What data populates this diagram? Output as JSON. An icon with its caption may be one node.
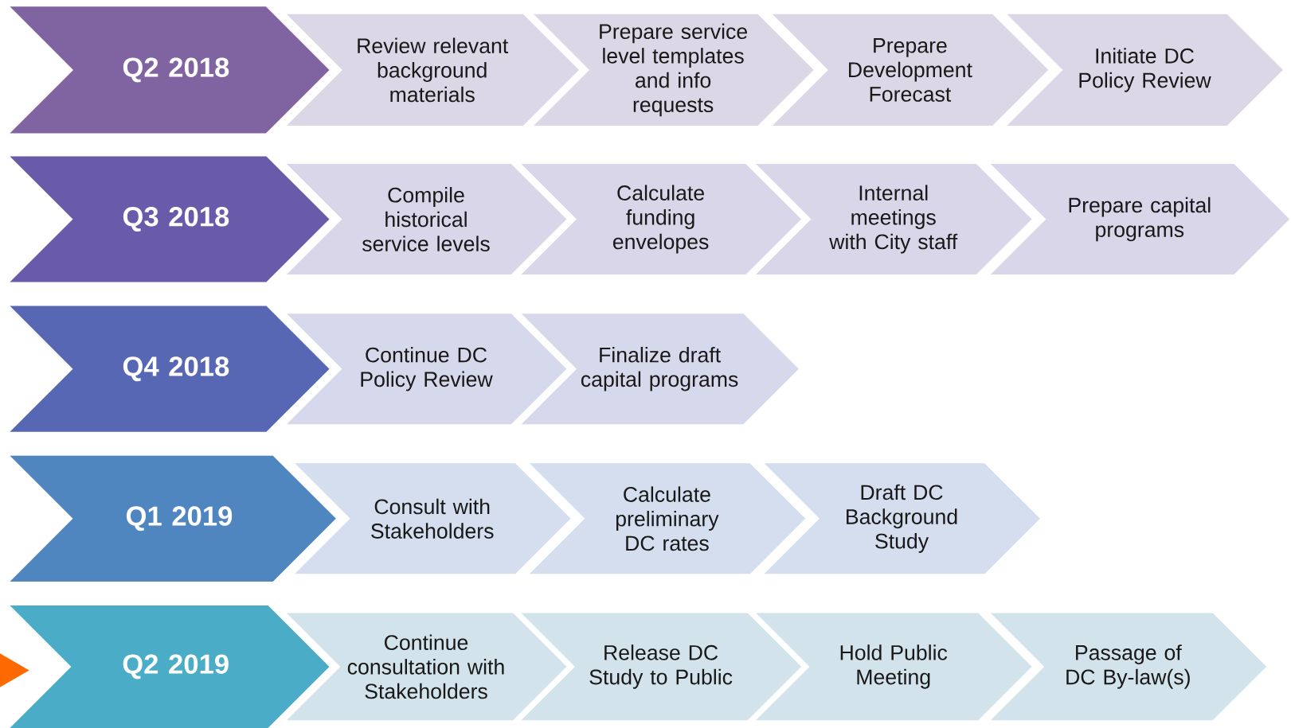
{
  "diagram": {
    "nodes": [
      {
        "text": [
          "Q2 2018"
        ]
      },
      {
        "text": [
          "Review relevant background materials"
        ]
      },
      {
        "text": [
          "Prepare service level templates and info requests"
        ]
      },
      {
        "text": [
          "Prepare Development Forecast"
        ]
      },
      {
        "text": [
          "Initiate DC Policy Review"
        ]
      },
      {
        "text": [
          "Q3 2018"
        ]
      },
      {
        "text": [
          "Compile historical service levels"
        ]
      },
      {
        "text": [
          "Calculate funding envelopes"
        ]
      },
      {
        "text": [
          "Internal meetings with City staff"
        ]
      },
      {
        "text": [
          "Prepare capital programs"
        ]
      },
      {
        "text": [
          "Q4 2018"
        ]
      },
      {
        "text": [
          "Continue DC Policy Review"
        ]
      },
      {
        "text": [
          "Finalize draft capital programs"
        ]
      },
      {
        "text": [
          "Q1 2019"
        ]
      },
      {
        "text": [
          "Consult with Stakeholders"
        ]
      },
      {
        "text": [
          "Calculate preliminary DC rates"
        ]
      },
      {
        "text": [
          "Draft DC Background Study"
        ]
      },
      {
        "text": [
          "Q2 2019"
        ]
      },
      {
        "text": [
          "Continue consultation with Stakeholders"
        ]
      },
      {
        "text": [
          "Release DC Study to Public"
        ]
      },
      {
        "text": [
          "Hold Public Meeting"
        ]
      },
      {
        "text": [
          "Passage of DC By-law(s)"
        ]
      },
      {
        "text": [],
        "shape": "triangle"
      }
    ]
  }
}
